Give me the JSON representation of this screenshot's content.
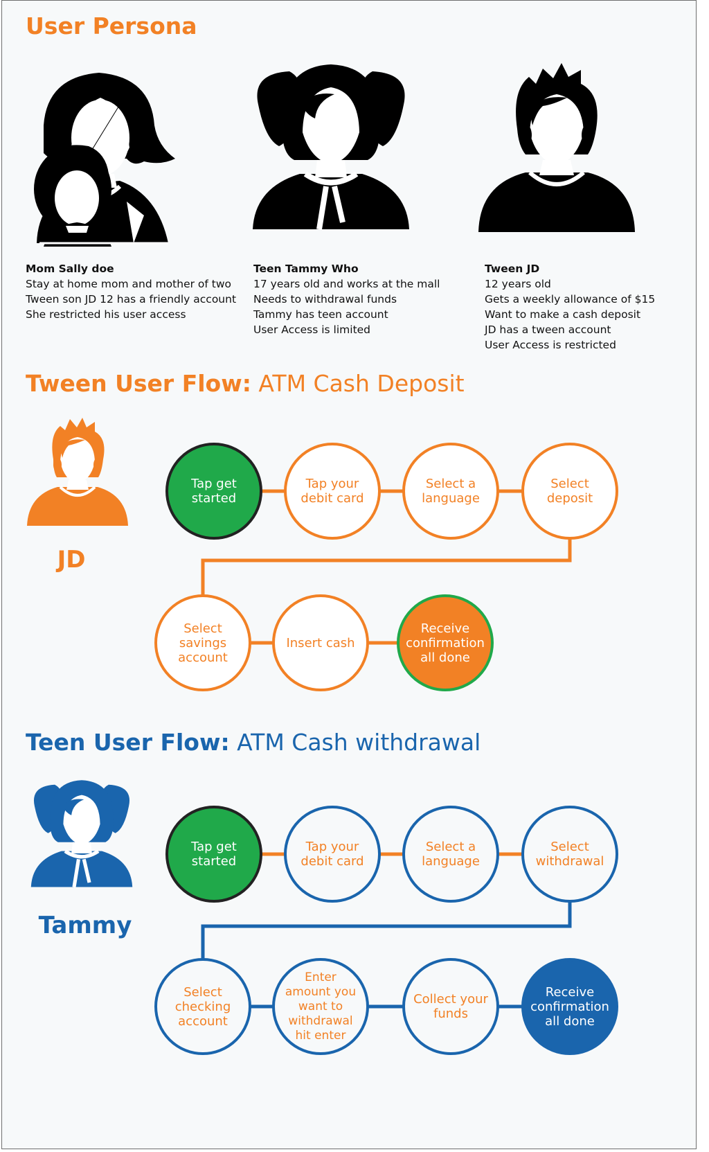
{
  "header": {
    "title": "User Persona"
  },
  "personas": [
    {
      "name": "Mom Sally doe",
      "lines": [
        "Stay at home mom and mother of two",
        "Tween son JD 12 has a friendly account",
        "She restricted his user access"
      ]
    },
    {
      "name": "Teen Tammy Who",
      "lines": [
        "17 years old and works at the mall",
        "Needs to withdrawal funds",
        "Tammy has teen account",
        "User Access is limited"
      ]
    },
    {
      "name": "Tween JD",
      "lines": [
        "12 years old",
        "Gets a weekly allowance of $15",
        "Want to make a cash deposit",
        "JD has a tween account",
        "User Access is restricted"
      ]
    }
  ],
  "tween_flow": {
    "title_bold": "Tween User Flow:",
    "title_light": " ATM Cash Deposit",
    "user_name": "JD",
    "steps": [
      "Tap get started",
      "Tap your debit card",
      "Select a language",
      "Select deposit",
      "Select savings account",
      "Insert cash",
      "Receive confirmation all done"
    ]
  },
  "teen_flow": {
    "title_bold": "Teen User Flow:",
    "title_light": " ATM Cash withdrawal",
    "user_name": "Tammy",
    "steps": [
      "Tap get started",
      "Tap your debit card",
      "Select a language",
      "Select withdrawal",
      "Select checking account",
      "Enter amount you want to withdrawal hit enter",
      "Collect your funds",
      "Receive confirmation all done"
    ]
  },
  "colors": {
    "orange": "#f28125",
    "blue": "#1a65ad",
    "green": "#20a94a",
    "black": "#000000"
  },
  "icons": [
    "mother-and-child-icon",
    "teen-girl-icon",
    "boy-icon"
  ]
}
